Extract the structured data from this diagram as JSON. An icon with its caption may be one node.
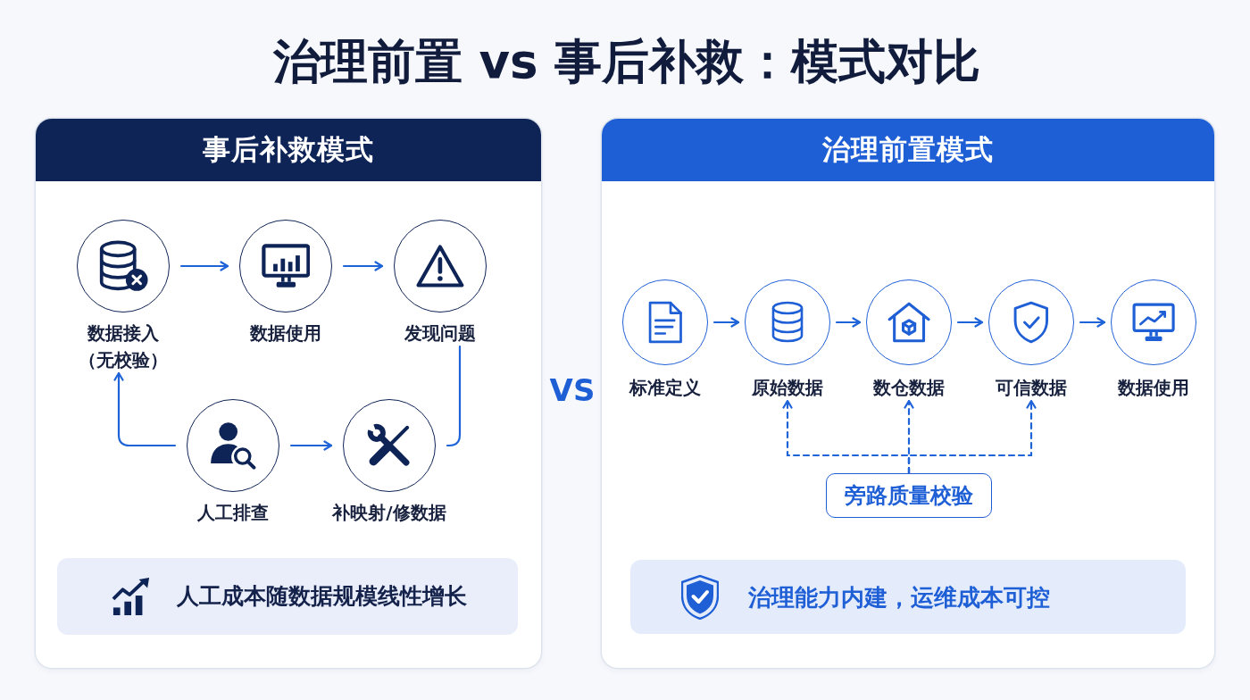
{
  "diagram": {
    "title": "治理前置 vs 事后补救：模式对比",
    "nodes": [
      {
        "text": [
          "事后补救模式"
        ]
      },
      {
        "text": [
          "数据接入（无校验）"
        ],
        "in": 0
      },
      {
        "text": [
          "数据使用"
        ],
        "in": 0
      },
      {
        "text": [
          "发现问题"
        ],
        "in": 0
      },
      {
        "text": [
          "人工排查"
        ],
        "in": 0
      },
      {
        "text": [
          "补映射/修数据"
        ],
        "in": 0
      },
      {
        "text": [
          "人工成本随数据规模线性增长"
        ],
        "in": 0
      },
      {
        "text": [
          "治理前置模式"
        ]
      },
      {
        "text": [
          "标准定义"
        ],
        "in": 7
      },
      {
        "text": [
          "原始数据"
        ],
        "in": 7
      },
      {
        "text": [
          "数仓数据"
        ],
        "in": 7
      },
      {
        "text": [
          "可信数据"
        ],
        "in": 7
      },
      {
        "text": [
          "数据使用"
        ],
        "in": 7
      },
      {
        "text": [
          "旁路质量校验"
        ],
        "in": 7
      },
      {
        "text": [
          "治理能力内建，运维成本可控"
        ],
        "in": 7
      }
    ],
    "edges": [
      {
        "from": 1,
        "to": 2,
        "arrow": "to"
      },
      {
        "from": 2,
        "to": 3,
        "arrow": "to"
      },
      {
        "from": 3,
        "to": 5,
        "arrow": "none"
      },
      {
        "from": 4,
        "to": 5,
        "arrow": "to"
      },
      {
        "from": 4,
        "to": 1,
        "arrow": "to"
      },
      {
        "from": 8,
        "to": 9,
        "arrow": "to"
      },
      {
        "from": 9,
        "to": 10,
        "arrow": "to"
      },
      {
        "from": 10,
        "to": 11,
        "arrow": "to"
      },
      {
        "from": 11,
        "to": 12,
        "arrow": "to"
      },
      {
        "from": 13,
        "to": 9,
        "arrow": "to",
        "style": "dashed"
      },
      {
        "from": 13,
        "to": 10,
        "arrow": "to",
        "style": "dashed"
      },
      {
        "from": 13,
        "to": 11,
        "arrow": "to",
        "style": "dashed"
      }
    ],
    "labels": [
      "VS"
    ]
  }
}
